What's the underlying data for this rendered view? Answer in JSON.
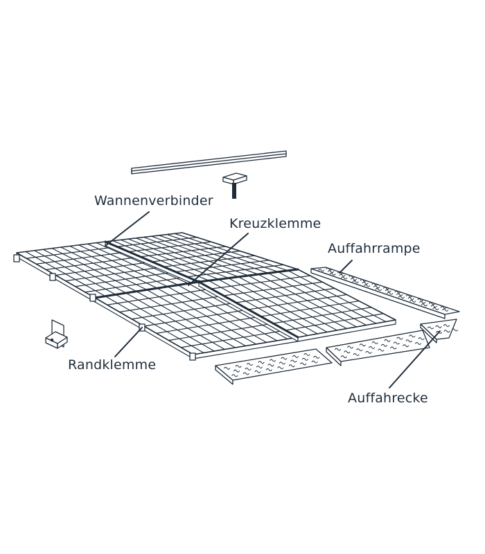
{
  "labels": {
    "wannenverbinder": "Wannenverbinder",
    "kreuzklemme": "Kreuzklemme",
    "auffahrrampe": "Auffahrrampe",
    "randklemme": "Randklemme",
    "auffahrecke": "Auffahrecke"
  },
  "colors": {
    "line": "#1e2c3a",
    "background": "#ffffff"
  },
  "grid": {
    "cells_per_panel_u": 10,
    "cells_per_panel_v": 8
  }
}
